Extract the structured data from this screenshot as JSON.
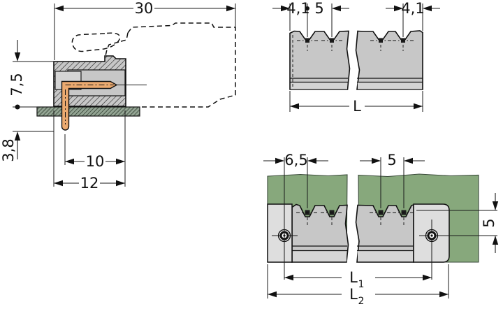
{
  "drawing": {
    "side_view": {
      "dim_total_width": "30",
      "dim_height_above_board": "7,5",
      "dim_pin_below_board": "3,8",
      "dim_pin_to_front": "10",
      "dim_body_depth": "12"
    },
    "front_view": {
      "dim_left_margin": "4,1",
      "dim_pitch": "5",
      "dim_right_margin": "4,1",
      "dim_total_length": "L"
    },
    "board_view": {
      "dim_hole_to_pin": "6,5",
      "dim_pitch": "5",
      "dim_row_to_hole": "5",
      "dim_l1": "L",
      "dim_l1_sub": "1",
      "dim_l2": "L",
      "dim_l2_sub": "2"
    },
    "colors": {
      "body_gray": "#c7c7c7",
      "flange_gray": "#dedede",
      "inner_gray": "#d4d4d4",
      "board_green": "#87a87c",
      "pin_copper": "#ebaa70",
      "pin_dark": "#1c1c1c",
      "line": "#111111"
    }
  }
}
